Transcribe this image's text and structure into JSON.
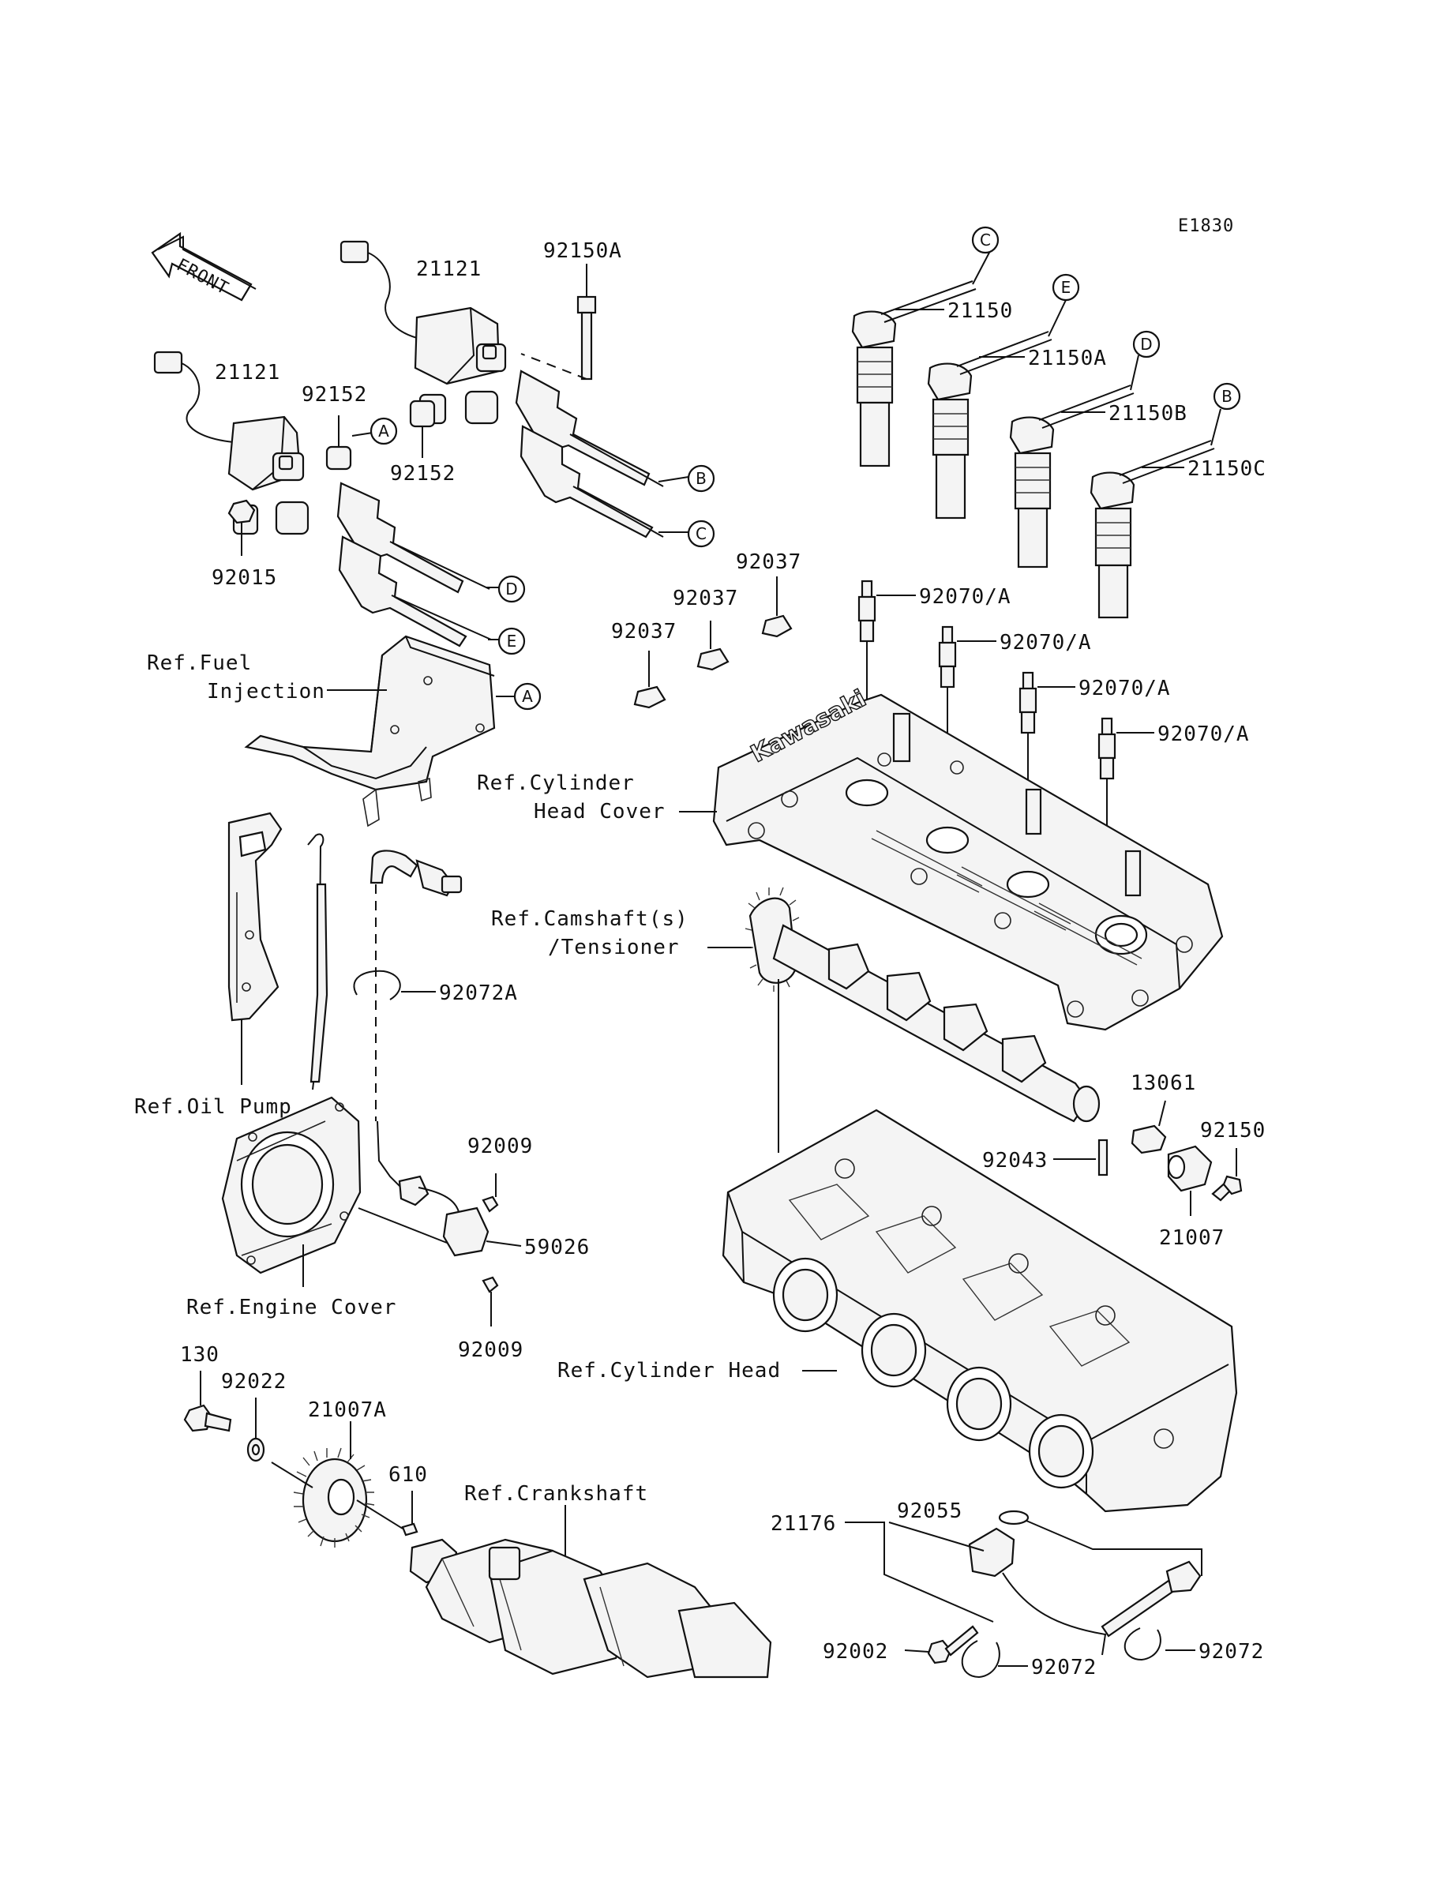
{
  "diagram": {
    "code": "E1830",
    "front_arrow_text": "FRONT",
    "part_numbers": {
      "p21121_a": "21121",
      "p21121_b": "21121",
      "p92150A": "92150A",
      "p92152_a": "92152",
      "p92152_b": "92152",
      "p92015": "92015",
      "p21150": "21150",
      "p21150A": "21150A",
      "p21150B": "21150B",
      "p21150C": "21150C",
      "p92037_a": "92037",
      "p92037_b": "92037",
      "p92037_c": "92037",
      "p92070A_1": "92070/A",
      "p92070A_2": "92070/A",
      "p92070A_3": "92070/A",
      "p92070A_4": "92070/A",
      "p92072A": "92072A",
      "p92009_a": "92009",
      "p92009_b": "92009",
      "p59026": "59026",
      "p13061": "13061",
      "p92150": "92150",
      "p92043": "92043",
      "p21007": "21007",
      "p130": "130",
      "p92022": "92022",
      "p21007A": "21007A",
      "p610": "610",
      "p21176": "21176",
      "p92055": "92055",
      "p92002": "92002",
      "p92072_a": "92072",
      "p92072_b": "92072"
    },
    "references": {
      "fuel_injection_1": "Ref.Fuel",
      "fuel_injection_2": "Injection",
      "cyl_head_cover_1": "Ref.Cylinder",
      "cyl_head_cover_2": "Head Cover",
      "camshaft_1": "Ref.Camshaft(s)",
      "camshaft_2": "/Tensioner",
      "oil_pump": "Ref.Oil Pump",
      "engine_cover": "Ref.Engine Cover",
      "cylinder_head": "Ref.Cylinder Head",
      "crankshaft": "Ref.Crankshaft"
    },
    "callouts": {
      "A1": "A",
      "A2": "A",
      "B1": "B",
      "B2": "B",
      "C1": "C",
      "C2": "C",
      "D1": "D",
      "D2": "D",
      "E1": "E",
      "E2": "E"
    },
    "cover_brand": "Kawasaki"
  }
}
